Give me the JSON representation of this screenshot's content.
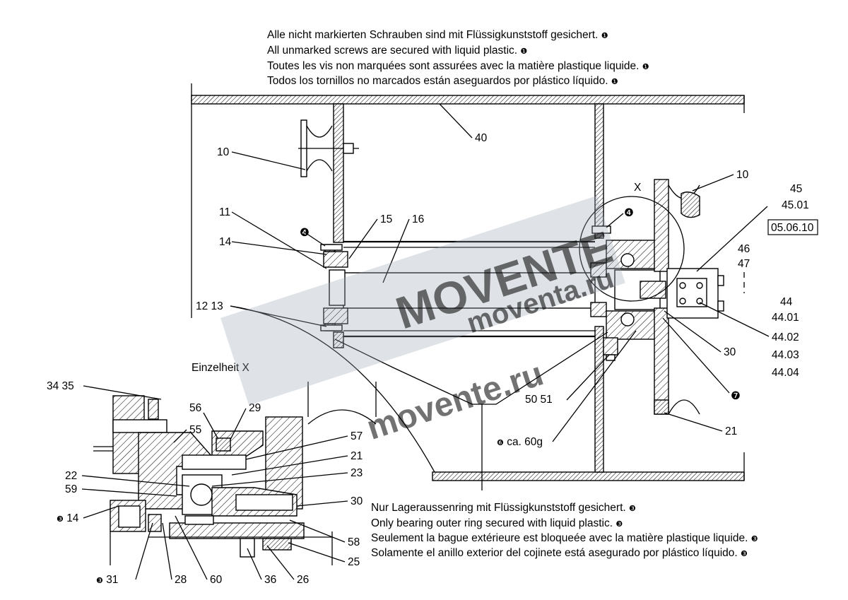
{
  "notes_top": [
    "Alle nicht markierten Schrauben sind mit Flüssigkunststoff gesichert.",
    "All unmarked screws are secured with liquid plastic.",
    "Toutes les vis non marquées sont assurées avec la matière plastique liquide.",
    "Todos los tornillos no marcados están aseguardos por plástico líquido."
  ],
  "notes_bottom": [
    "Nur Lageraussenring mit Flüssigkunststoff gesichert.",
    "Only bearing outer ring secured with liquid plastic.",
    "Seulement la bague extérieure est bloqueée avec la matière plastique liquide.",
    "Solamente el anillo exterior del cojinete está asegurado por plástico líquido."
  ],
  "markers": {
    "one": "❶",
    "three": "❸",
    "four": "❹",
    "six": "❻",
    "seven": "❼"
  },
  "detail_title": "Einzelheit  X",
  "detail_marker": "X",
  "date_box": "05.06.10",
  "grease_note": "ca. 60g",
  "labels": {
    "l10a": "10",
    "l40": "40",
    "l10b": "10",
    "l45": "45",
    "l4501": "45.01",
    "l46": "46",
    "l47": "47",
    "l11": "11",
    "l14": "14",
    "l15": "15",
    "l16": "16",
    "l1213": "12 13",
    "l44": "44",
    "l4401": "44.01",
    "l4402": "44.02",
    "l4403": "44.03",
    "l4404": "44.04",
    "l30a": "30",
    "l5051": "50  51",
    "l21a": "21",
    "l3435": "34  35",
    "l56": "56",
    "l29": "29",
    "l55": "55",
    "l57": "57",
    "l21b": "21",
    "l22": "22",
    "l23": "23",
    "l59": "59",
    "l14b": "14",
    "l30b": "30",
    "l58": "58",
    "l25": "25",
    "l31": "31",
    "l28": "28",
    "l60": "60",
    "l36": "36",
    "l26": "26"
  },
  "watermark": {
    "main": "MOVENTE",
    "sub": "moventa.ru",
    "site": "movente.ru"
  }
}
